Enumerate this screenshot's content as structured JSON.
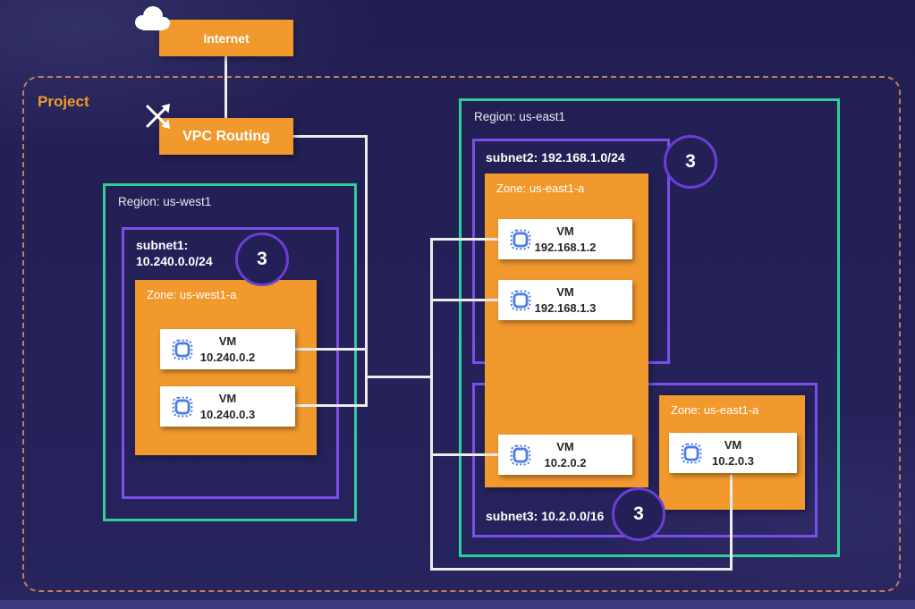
{
  "project": {
    "label": "Project"
  },
  "internet": {
    "label": "Internet"
  },
  "vpc": {
    "label": "VPC Routing"
  },
  "regions": {
    "west": {
      "label": "Region: us-west1",
      "subnet1": {
        "title": "subnet1:",
        "cidr": "10.240.0.0/24",
        "count": "3",
        "zone": {
          "label": "Zone: us-west1-a",
          "vms": [
            {
              "name": "VM",
              "ip": "10.240.0.2"
            },
            {
              "name": "VM",
              "ip": "10.240.0.3"
            }
          ]
        }
      }
    },
    "east": {
      "label": "Region: us-east1",
      "subnet2": {
        "label": "subnet2: 192.168.1.0/24",
        "count": "3"
      },
      "subnet3": {
        "label": "subnet3: 10.2.0.0/16",
        "count": "3"
      },
      "zone_a": {
        "label": "Zone: us-east1-a",
        "vms": [
          {
            "name": "VM",
            "ip": "192.168.1.2"
          },
          {
            "name": "VM",
            "ip": "192.168.1.3"
          },
          {
            "name": "VM",
            "ip": "10.2.0.2"
          }
        ]
      },
      "zone_a2": {
        "label": "Zone: us-east1-a",
        "vms": [
          {
            "name": "VM",
            "ip": "10.2.0.3"
          }
        ]
      }
    }
  },
  "icons": {
    "cloud": "cloud-icon",
    "routing": "crossed-arrows-icon",
    "vm_chip": "cpu-chip-icon"
  },
  "colors": {
    "background": "#232057",
    "orange": "#f2992d",
    "region_border": "#2ece9e",
    "subnet_border": "#7a4fe8",
    "badge_border": "#6b3fd4",
    "project_dash": "#c47d5b",
    "connector": "#ececec",
    "chip_blue": "#4d7ce8",
    "bottom_strip": "#3d3c80"
  }
}
